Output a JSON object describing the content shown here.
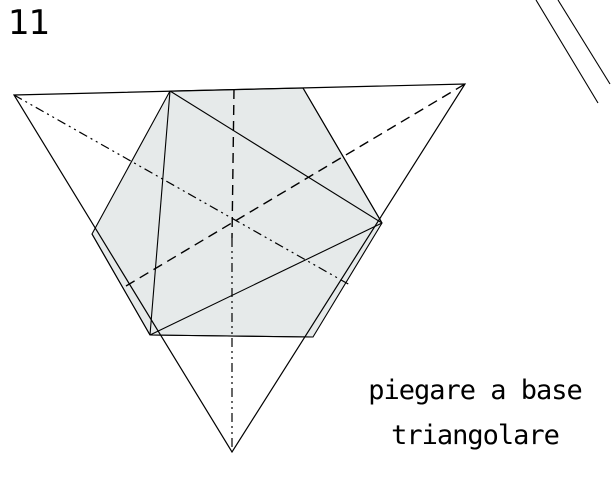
{
  "step": {
    "number": "11"
  },
  "instruction": {
    "line1": "piegare a base",
    "line2": "triangolare"
  },
  "colors": {
    "paper_fill": "#e6eaea",
    "line": "#000000",
    "background": "#ffffff"
  }
}
